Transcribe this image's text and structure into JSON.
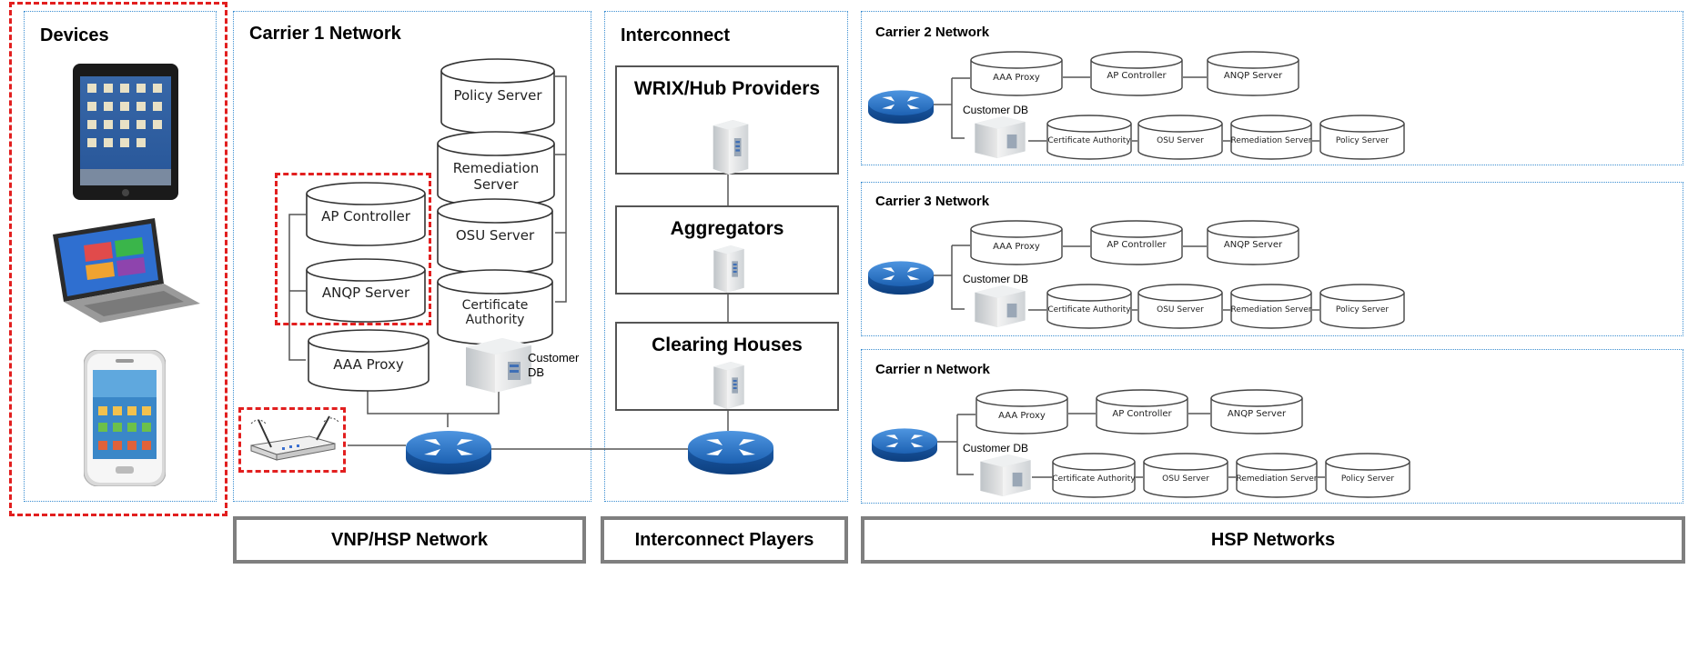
{
  "panels": {
    "devices": {
      "title": "Devices"
    },
    "carrier1": {
      "title": "Carrier 1 Network"
    },
    "interconnect": {
      "title": "Interconnect"
    },
    "carrier2": {
      "title": "Carrier 2 Network"
    },
    "carrier3": {
      "title": "Carrier 3 Network"
    },
    "carriern": {
      "title": "Carrier n Network"
    }
  },
  "carrier1": {
    "policy_server": "Policy Server",
    "remediation_server": "Remediation Server",
    "osu_server": "OSU Server",
    "certificate_authority": "Certificate Authority",
    "ap_controller": "AP Controller",
    "anqp_server": "ANQP Server",
    "aaa_proxy": "AAA Proxy",
    "customer_db_line1": "Customer",
    "customer_db_line2": "DB"
  },
  "interconnect": {
    "wrix": "WRIX/Hub Providers",
    "aggregators": "Aggregators",
    "clearing_houses": "Clearing Houses"
  },
  "hsp": {
    "aaa_proxy": "AAA Proxy",
    "ap_controller": "AP Controller",
    "anqp_server": "ANQP Server",
    "customer_db": "Customer DB",
    "certificate_authority": "Certificate Authority",
    "osu_server": "OSU Server",
    "remediation_server": "Remediation Server",
    "policy_server": "Policy Server"
  },
  "footers": {
    "vnp": "VNP/HSP Network",
    "interconnect_players": "Interconnect Players",
    "hsp_networks": "HSP Networks"
  },
  "colors": {
    "panel_border": "#3b8ed1",
    "highlight_dash": "#e21f1f",
    "router_blue": "#1b63b6",
    "footer_border": "#7f7f7f"
  },
  "icons": [
    "tablet-icon",
    "laptop-icon",
    "smartphone-icon",
    "wireless-access-point-icon",
    "router-icon",
    "server-icon",
    "database-cylinder-icon"
  ]
}
